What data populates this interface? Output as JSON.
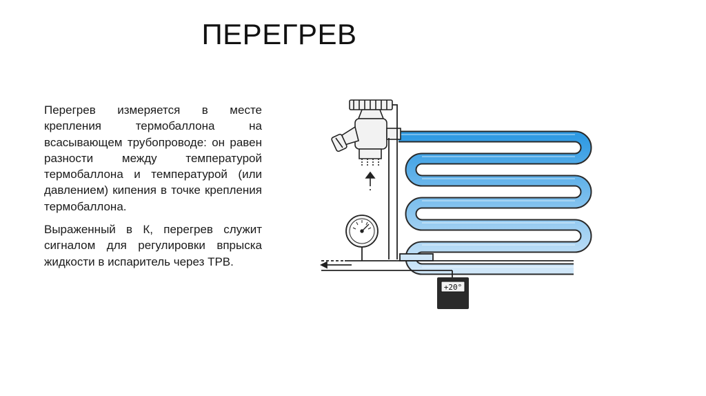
{
  "slide": {
    "title": "ПЕРЕГРЕВ",
    "paragraphs": [
      "Перегрев измеряется в месте крепления термобаллона на всасывающем трубопроводе: он равен разности между температурой термобаллона и температурой (или давлением) кипения в точке крепления термобаллона.",
      "Выраженный в К, перегрев служит сигналом для регулировки впрыска жидкости в испаритель через ТРВ."
    ]
  },
  "diagram": {
    "thermometer_display": "+20°",
    "colors": {
      "tube_top": "#2f9ae3",
      "tube_bottom": "#cfe6f8",
      "tube_stroke": "#2a2a2a",
      "line": "#222222",
      "meter_body": "#2a2a2a"
    },
    "icons": [
      "expansion-valve-icon",
      "pressure-gauge-icon",
      "digital-thermometer-icon",
      "flow-arrow-icon"
    ]
  }
}
